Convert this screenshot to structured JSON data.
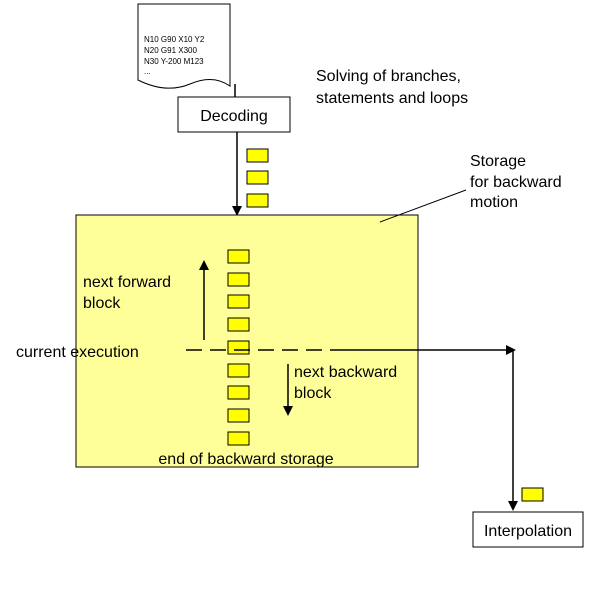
{
  "gcode": {
    "lines": [
      "N10 G90 X10 Y2",
      "N20 G91 X300",
      "N30 Y-200 M123",
      "..."
    ]
  },
  "labels": {
    "decoding": "Decoding",
    "solving_line1": "Solving of branches,",
    "solving_line2": "statements and loops",
    "storage_line1": "Storage",
    "storage_line2": "for backward",
    "storage_line3": "motion",
    "next_forward_line1": "next forward",
    "next_forward_line2": "block",
    "current_execution": "current execution",
    "next_backward_line1": "next backward",
    "next_backward_line2": "block",
    "end_storage": "end of backward storage",
    "interpolation": "Interpolation"
  },
  "colors": {
    "storage_fill": "#ffff99",
    "block_fill": "#ffff00",
    "stroke": "#000000",
    "background": "#ffffff"
  }
}
